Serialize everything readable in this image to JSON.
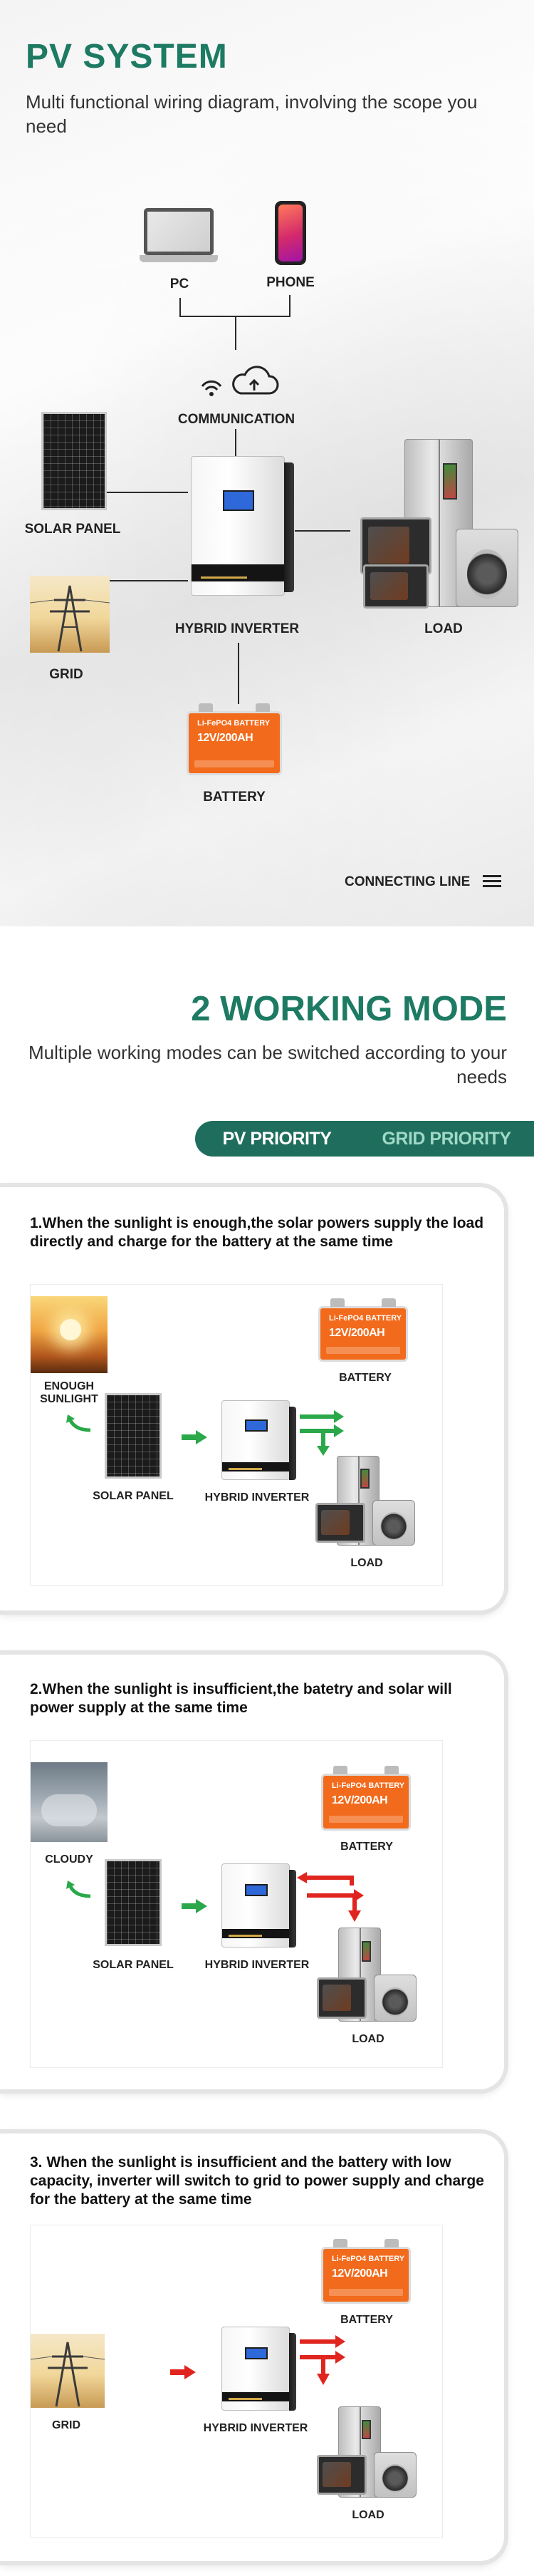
{
  "pv_system": {
    "title": "PV SYSTEM",
    "subtitle": "Multi functional wiring diagram, involving the scope you need",
    "labels": {
      "pc": "PC",
      "phone": "PHONE",
      "communication": "COMMUNICATION",
      "solar_panel": "SOLAR PANEL",
      "hybrid_inverter": "HYBRID INVERTER",
      "load": "LOAD",
      "grid": "GRID",
      "battery": "BATTERY"
    },
    "battery_text": {
      "brand": "Li-FePO4 BATTERY",
      "spec": "12V/200AH"
    },
    "connecting_line": "CONNECTING LINE"
  },
  "working_mode": {
    "title": "2 WORKING MODE",
    "subtitle": "Multiple working modes can be switched according to your needs",
    "tabs": [
      {
        "label": "PV PRIORITY",
        "active": true
      },
      {
        "label": "GRID PRIORITY",
        "active": false
      }
    ],
    "modes": [
      {
        "title": "1.When the sunlight is enough,the solar powers supply the load directly and charge for the battery at the same time",
        "source_label": "ENOUGH SUNLIGHT",
        "panel_label": "SOLAR PANEL",
        "inverter_label": "HYBRID INVERTER",
        "battery_label": "BATTERY",
        "load_label": "LOAD",
        "arrow_color": "#2aa84a"
      },
      {
        "title": "2.When the sunlight is insufficient,the batetry and solar will power supply at the same time",
        "source_label": "CLOUDY",
        "panel_label": "SOLAR PANEL",
        "inverter_label": "HYBRID INVERTER",
        "battery_label": "BATTERY",
        "load_label": "LOAD",
        "arrow_color": "#e0251f"
      },
      {
        "title": "3. When the sunlight is insufficient and the battery with low capacity, inverter will switch to grid to power supply and charge for the battery at the same time",
        "source_label": "GRID",
        "inverter_label": "HYBRID INVERTER",
        "battery_label": "BATTERY",
        "load_label": "LOAD",
        "arrow_color": "#e0251f"
      }
    ]
  },
  "colors": {
    "accent_green": "#1d7a63",
    "tab_bg": "#1f6d5c",
    "battery_orange": "#f26a1b"
  }
}
